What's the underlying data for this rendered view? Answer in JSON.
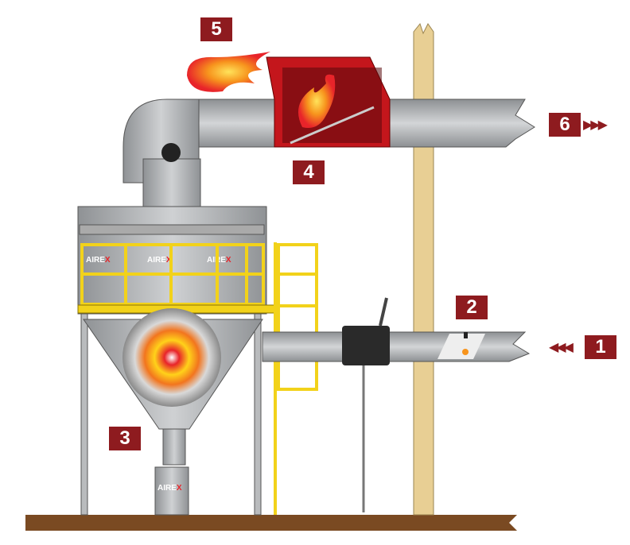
{
  "labels": {
    "one": "1",
    "two": "2",
    "three": "3",
    "four": "4",
    "five": "5",
    "six": "6"
  },
  "arrows": {
    "inlet": "◀◀◀",
    "outlet": "▶▶▶"
  },
  "brand": {
    "name_a": "AIRE",
    "name_b": "X"
  },
  "colors": {
    "label": "#8e1b1f",
    "railing": "#f2d21a",
    "duct": "#b9bbbd",
    "damper": "#c4161c",
    "floor": "#7a4a22",
    "wall": "#e8cf94"
  }
}
